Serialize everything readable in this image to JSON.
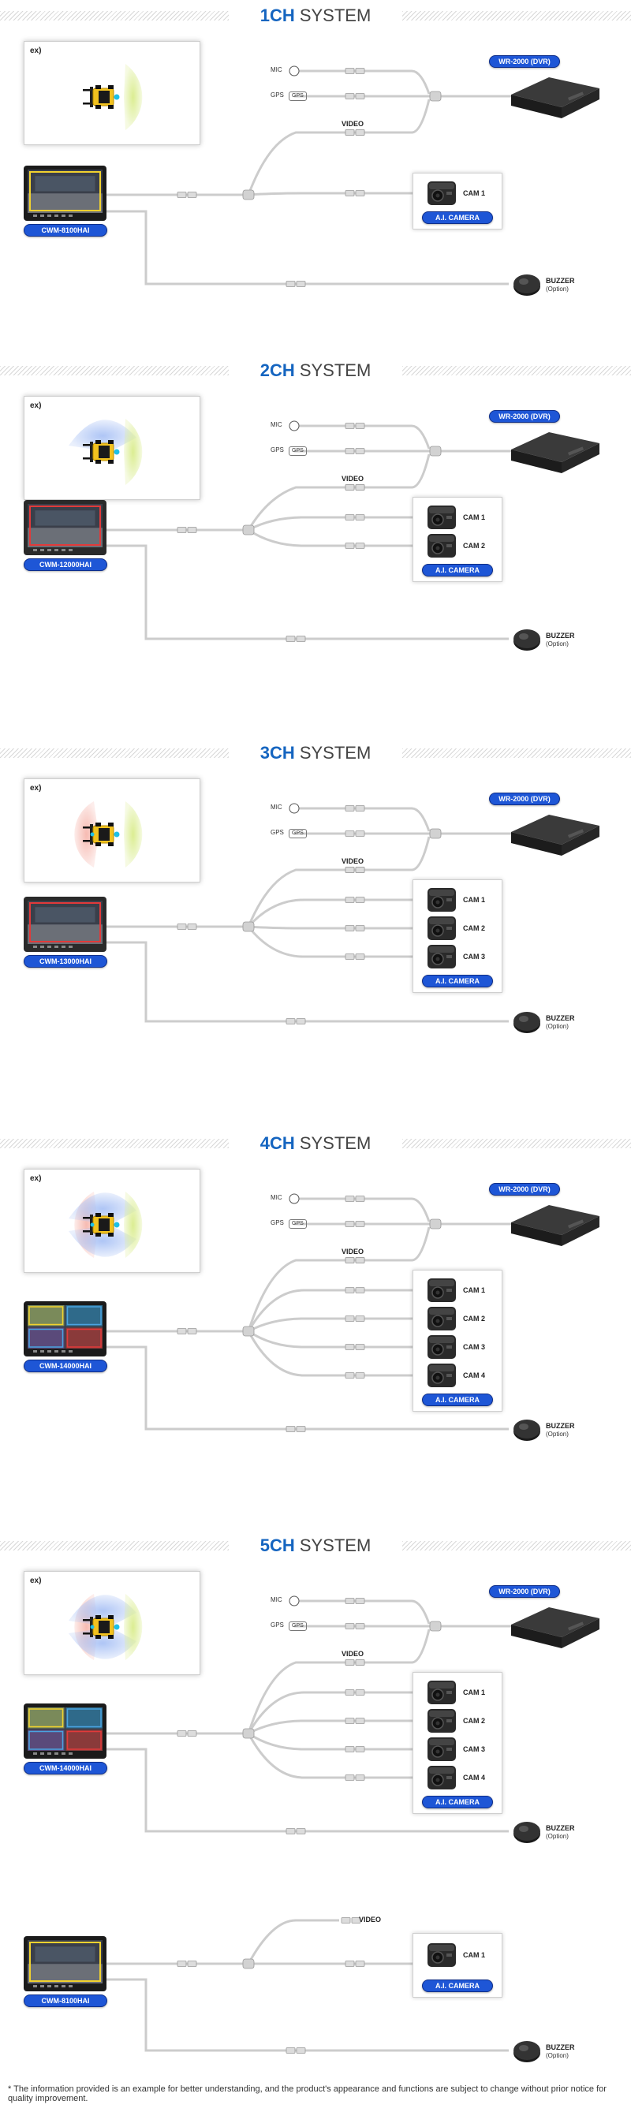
{
  "common": {
    "ex_label": "ex)",
    "mic_label": "MIC",
    "gps_label": "GPS",
    "gps_tag": "GPS",
    "video_label": "VIDEO",
    "dvr_label": "WR-2000 (DVR)",
    "ai_camera_label": "A.I. CAMERA",
    "buzzer_label": "BUZZER",
    "buzzer_option": "(Option)",
    "system_word": "SYSTEM"
  },
  "sections": [
    {
      "ch": "1CH",
      "monitor": "CWM-8100HAI",
      "cams": [
        "CAM 1"
      ]
    },
    {
      "ch": "2CH",
      "monitor": "CWM-12000HAI",
      "cams": [
        "CAM 1",
        "CAM 2"
      ]
    },
    {
      "ch": "3CH",
      "monitor": "CWM-13000HAI",
      "cams": [
        "CAM 1",
        "CAM 2",
        "CAM 3"
      ]
    },
    {
      "ch": "4CH",
      "monitor": "CWM-14000HAI",
      "cams": [
        "CAM 1",
        "CAM 2",
        "CAM 3",
        "CAM 4"
      ]
    },
    {
      "ch": "5CH",
      "monitor": "CWM-14000HAI",
      "cams": [
        "CAM 1",
        "CAM 2",
        "CAM 3",
        "CAM 4"
      ]
    }
  ],
  "extra": {
    "monitor": "CWM-8100HAI",
    "video_label": "VIDEO",
    "cams": [
      "CAM 1"
    ]
  },
  "footnote": "* The information provided is an example for better understanding, and the product's appearance and functions are subject to change without prior notice for quality improvement.",
  "colors": {
    "accent": "#1565c0",
    "pill": "#1e56d6",
    "cable": "#cccccc"
  }
}
